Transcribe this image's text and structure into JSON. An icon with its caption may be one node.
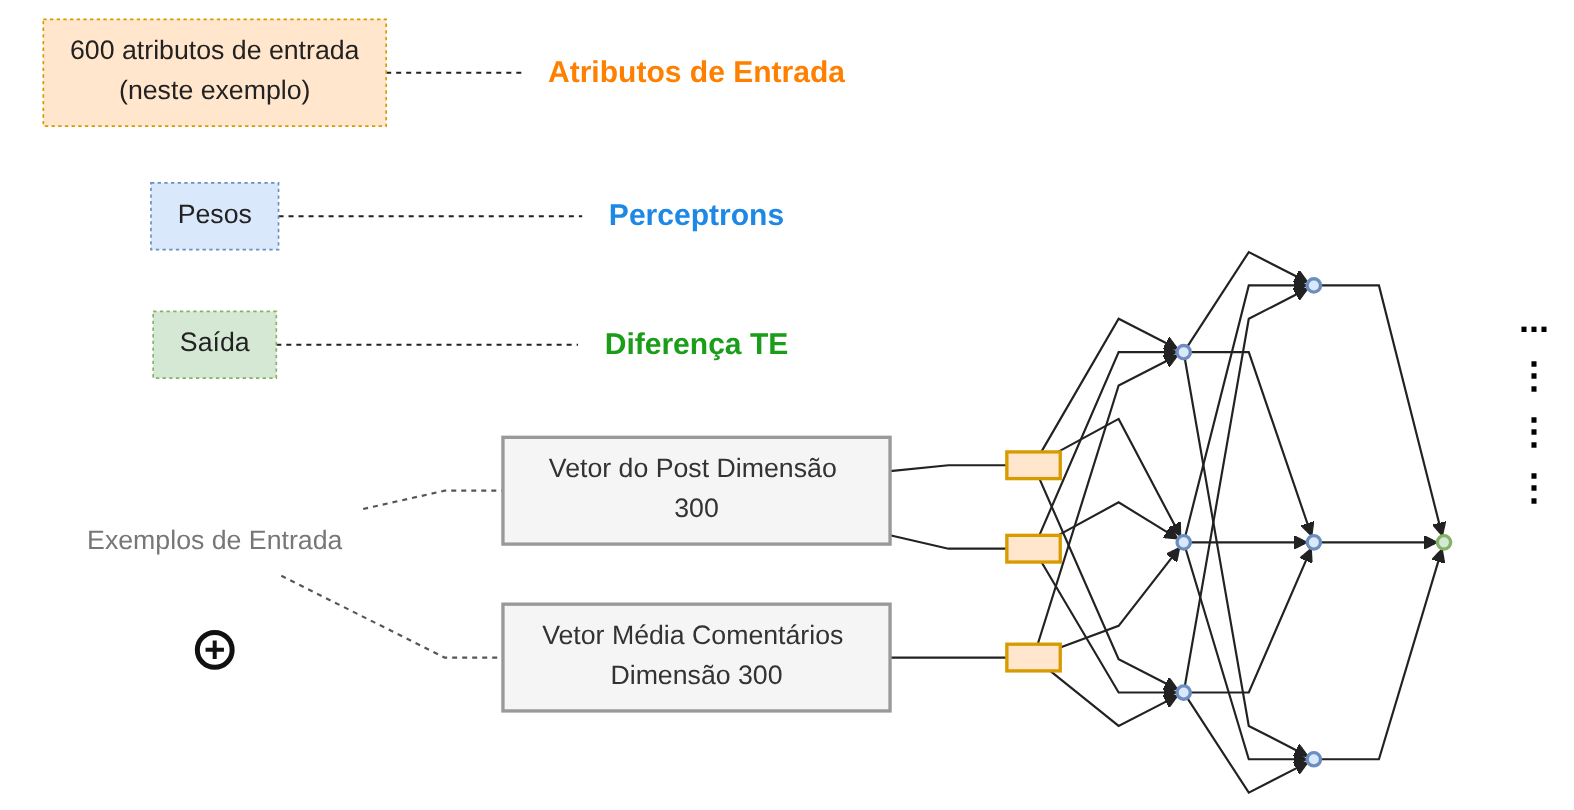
{
  "diagram": {
    "nodes": [
      {
        "text": [
          "600 atributos de entrada",
          "(neste exemplo)"
        ]
      },
      {
        "text": [
          "Atributos de Entrada"
        ]
      },
      {
        "text": [
          "Pesos"
        ]
      },
      {
        "text": [
          "Perceptrons"
        ]
      },
      {
        "text": [
          "Saída"
        ]
      },
      {
        "text": [
          "Diferença TE"
        ]
      },
      {
        "text": [
          "Exemplos de Entrada"
        ]
      },
      {
        "text": [
          "Vetor do Post Dimensão 300"
        ]
      },
      {
        "text": [
          "+"
        ]
      },
      {
        "text": [
          "Vetor Média Comentários Dimensão 300"
        ]
      },
      {
        "text": [],
        "shape": "box"
      },
      {
        "text": [],
        "shape": "box"
      },
      {
        "text": [],
        "shape": "box"
      },
      {
        "text": [],
        "shape": "circle"
      },
      {
        "text": [],
        "shape": "circle"
      },
      {
        "text": [],
        "shape": "circle"
      },
      {
        "text": [],
        "shape": "circle"
      },
      {
        "text": [],
        "shape": "circle"
      },
      {
        "text": [],
        "shape": "circle"
      },
      {
        "text": [],
        "shape": "circle"
      }
    ],
    "edges": [
      {
        "from": 0,
        "to": 1,
        "arrow": "none",
        "style": "dashed"
      },
      {
        "from": 2,
        "to": 3,
        "arrow": "none",
        "style": "dashed"
      },
      {
        "from": 4,
        "to": 5,
        "arrow": "none",
        "style": "dashed"
      },
      {
        "from": 6,
        "to": 7,
        "arrow": "none",
        "style": "dashed",
        "color": "#555555"
      },
      {
        "from": 6,
        "to": 9,
        "arrow": "none",
        "style": "dashed",
        "color": "#555555"
      },
      {
        "from": 7,
        "to": 10,
        "arrow": "none"
      },
      {
        "from": 7,
        "to": 11,
        "arrow": "none"
      },
      {
        "from": 9,
        "to": 12,
        "arrow": "none"
      },
      {
        "from": 10,
        "to": 13,
        "arrow": "to"
      },
      {
        "from": 10,
        "to": 14,
        "arrow": "to"
      },
      {
        "from": 10,
        "to": 15,
        "arrow": "to"
      },
      {
        "from": 11,
        "to": 13,
        "arrow": "to"
      },
      {
        "from": 11,
        "to": 14,
        "arrow": "to"
      },
      {
        "from": 11,
        "to": 15,
        "arrow": "to"
      },
      {
        "from": 12,
        "to": 13,
        "arrow": "to"
      },
      {
        "from": 12,
        "to": 14,
        "arrow": "to"
      },
      {
        "from": 12,
        "to": 15,
        "arrow": "to"
      },
      {
        "from": 13,
        "to": 16,
        "arrow": "to"
      },
      {
        "from": 13,
        "to": 17,
        "arrow": "to"
      },
      {
        "from": 13,
        "to": 18,
        "arrow": "to"
      },
      {
        "from": 14,
        "to": 16,
        "arrow": "to"
      },
      {
        "from": 14,
        "to": 17,
        "arrow": "to"
      },
      {
        "from": 14,
        "to": 18,
        "arrow": "to"
      },
      {
        "from": 15,
        "to": 16,
        "arrow": "to"
      },
      {
        "from": 15,
        "to": 17,
        "arrow": "to"
      },
      {
        "from": 15,
        "to": 18,
        "arrow": "to"
      },
      {
        "from": 16,
        "to": 19,
        "arrow": "to"
      },
      {
        "from": 17,
        "to": 19,
        "arrow": "to"
      },
      {
        "from": 18,
        "to": 19,
        "arrow": "to"
      }
    ],
    "labels": [
      "...",
      "⋮",
      "⋮",
      "⋮"
    ]
  }
}
